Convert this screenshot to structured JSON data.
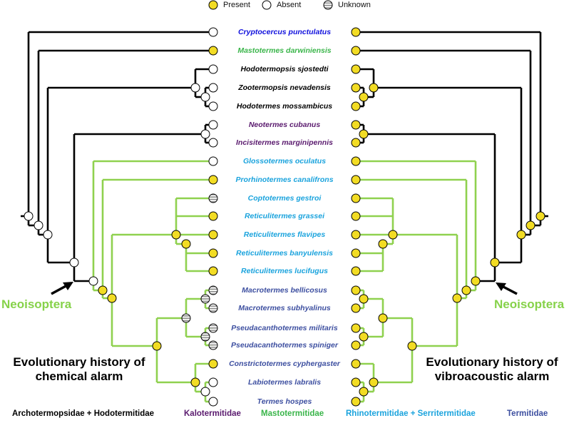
{
  "legend": {
    "present": "Present",
    "absent": "Absent",
    "unknown": "Unknown"
  },
  "colors": {
    "present_fill": "#f2dc24",
    "absent_fill": "#ffffff",
    "unknown_stripe": "#8a8a8a",
    "black_branch": "#000000",
    "green_branch": "#8fd14f",
    "archotermopsidae": "#000000",
    "kalotermitidae": "#5a1a6e",
    "mastotermitidae": "#3ab54a",
    "rhinotermitidae": "#1aa3dd",
    "termitidae": "#3d4fa0",
    "cryptocercus": "#1010dd"
  },
  "taxa": [
    {
      "name": "Cryptocercus punctulatus",
      "group": "cryptocercus",
      "chemical": "absent",
      "vibro": "present"
    },
    {
      "name": "Mastotermes darwiniensis",
      "group": "mastotermitidae",
      "chemical": "present",
      "vibro": "present"
    },
    {
      "name": "Hodotermopsis sjostedti",
      "group": "archotermopsidae",
      "chemical": "absent",
      "vibro": "present"
    },
    {
      "name": "Zootermopsis nevadensis",
      "group": "archotermopsidae",
      "chemical": "absent",
      "vibro": "present"
    },
    {
      "name": "Hodotermes mossambicus",
      "group": "archotermopsidae",
      "chemical": "absent",
      "vibro": "present"
    },
    {
      "name": "Neotermes cubanus",
      "group": "kalotermitidae",
      "chemical": "absent",
      "vibro": "present"
    },
    {
      "name": "Incisitermes marginipennis",
      "group": "kalotermitidae",
      "chemical": "absent",
      "vibro": "present"
    },
    {
      "name": "Glossotermes oculatus",
      "group": "rhinotermitidae",
      "chemical": "absent",
      "vibro": "present"
    },
    {
      "name": "Prorhinotermes canalifrons",
      "group": "rhinotermitidae",
      "chemical": "present",
      "vibro": "present"
    },
    {
      "name": "Coptotermes gestroi",
      "group": "rhinotermitidae",
      "chemical": "unknown",
      "vibro": "present"
    },
    {
      "name": "Reticulitermes grassei",
      "group": "rhinotermitidae",
      "chemical": "present",
      "vibro": "present"
    },
    {
      "name": "Reticulitermes flavipes",
      "group": "rhinotermitidae",
      "chemical": "present",
      "vibro": "present"
    },
    {
      "name": "Reticulitermes banyulensis",
      "group": "rhinotermitidae",
      "chemical": "present",
      "vibro": "present"
    },
    {
      "name": "Reticulitermes lucifugus",
      "group": "rhinotermitidae",
      "chemical": "present",
      "vibro": "present"
    },
    {
      "name": "Macrotermes bellicosus",
      "group": "termitidae",
      "chemical": "unknown",
      "vibro": "present"
    },
    {
      "name": "Macrotermes subhyalinus",
      "group": "termitidae",
      "chemical": "unknown",
      "vibro": "present"
    },
    {
      "name": "Pseudacanthotermes militaris",
      "group": "termitidae",
      "chemical": "unknown",
      "vibro": "present"
    },
    {
      "name": "Pseudacanthotermes spiniger",
      "group": "termitidae",
      "chemical": "unknown",
      "vibro": "present"
    },
    {
      "name": "Constrictotermes cyphergaster",
      "group": "termitidae",
      "chemical": "present",
      "vibro": "present"
    },
    {
      "name": "Labiotermes labralis",
      "group": "termitidae",
      "chemical": "absent",
      "vibro": "present"
    },
    {
      "name": "Termes hospes",
      "group": "termitidae",
      "chemical": "absent",
      "vibro": "present"
    }
  ],
  "chemical_nodes": {
    "hodo_inner": "absent",
    "hodo_outer": "absent",
    "kalo": "absent",
    "reti_a": "present",
    "reti_b": "present",
    "macro": "unknown",
    "pseuda": "unknown",
    "macpse": "unknown",
    "lab_termes": "absent",
    "nasuti": "present",
    "termitidae": "present",
    "rhino_term": "present",
    "prorhino": "present",
    "neoisoptera": "absent",
    "kalo_neo": "absent",
    "archo": "absent",
    "masto": "absent",
    "root": "absent"
  },
  "vibro_nodes": {
    "hodo_inner": "present",
    "hodo_outer": "present",
    "kalo": "present",
    "reti_a": "present",
    "reti_b": "present",
    "macro": "present",
    "pseuda": "present",
    "macpse": "present",
    "lab_termes": "present",
    "nasuti": "present",
    "termitidae": "present",
    "rhino_term": "present",
    "prorhino": "present",
    "neoisoptera": "present",
    "kalo_neo": "present",
    "archo": "present",
    "masto": "present",
    "root": "present"
  },
  "titles": {
    "chemical_line1": "Evolutionary history of",
    "chemical_line2": "chemical alarm",
    "vibro_line1": "Evolutionary history of",
    "vibro_line2": "vibroacoustic alarm"
  },
  "neoisoptera_label": "Neoisoptera",
  "families": [
    {
      "name": "Archotermopsidae + Hodotermitidae",
      "color": "#000000"
    },
    {
      "name": "Kalotermitidae",
      "color": "#5a1a6e"
    },
    {
      "name": "Mastotermitidae",
      "color": "#3ab54a"
    },
    {
      "name": "Rhinotermitidae + Serritermitidae",
      "color": "#1aa3dd"
    },
    {
      "name": "Termitidae",
      "color": "#3d4fa0"
    }
  ]
}
